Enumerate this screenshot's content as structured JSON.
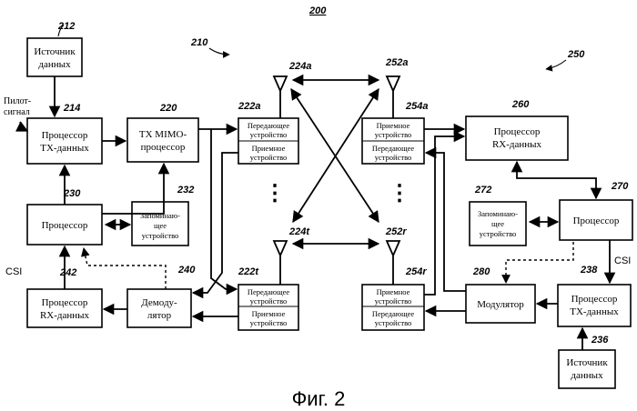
{
  "figure_number": "200",
  "caption": "Фиг. 2",
  "system_refs": {
    "tx_system": "210",
    "rx_system": "250"
  },
  "blocks": {
    "src_left": {
      "ref": "212",
      "lines": [
        "Источник",
        "данных"
      ]
    },
    "tx_proc_left": {
      "ref": "214",
      "lines": [
        "Процессор",
        "TX-данных"
      ]
    },
    "tx_mimo": {
      "ref": "220",
      "lines": [
        "TX MIMO-",
        "процессор"
      ]
    },
    "proc_left": {
      "ref": "230",
      "lines": [
        "Процессор"
      ]
    },
    "mem_left": {
      "ref": "232",
      "lines": [
        "Запоминаю-",
        "щее",
        "устройство"
      ]
    },
    "rx_proc_left": {
      "ref": "242",
      "lines": [
        "Процессор",
        "RX-данных"
      ]
    },
    "demod": {
      "ref": "240",
      "lines": [
        "Демоду-",
        "лятор"
      ]
    },
    "rx_proc_right": {
      "ref": "260",
      "lines": [
        "Процессор",
        "RX-данных"
      ]
    },
    "mem_right": {
      "ref": "272",
      "lines": [
        "Запоминаю-",
        "щее",
        "устройство"
      ]
    },
    "proc_right": {
      "ref": "270",
      "lines": [
        "Процессор"
      ]
    },
    "mod": {
      "ref": "280",
      "lines": [
        "Модулятор"
      ]
    },
    "tx_proc_right": {
      "ref": "238",
      "lines": [
        "Процессор",
        "TX-данных"
      ]
    },
    "src_right": {
      "ref": "236",
      "lines": [
        "Источник",
        "данных"
      ]
    }
  },
  "transceivers": {
    "left_a": {
      "ref": "222a",
      "top": [
        "Передающее",
        "устройство"
      ],
      "bottom": [
        "Приемное",
        "устройство"
      ]
    },
    "left_t": {
      "ref": "222t",
      "top": [
        "Передающее",
        "устройство"
      ],
      "bottom": [
        "Приемное",
        "устройство"
      ]
    },
    "right_a": {
      "ref": "254a",
      "top": [
        "Приемное",
        "устройство"
      ],
      "bottom": [
        "Передающее",
        "устройство"
      ]
    },
    "right_r": {
      "ref": "254r",
      "top": [
        "Приемное",
        "устройство"
      ],
      "bottom": [
        "Передающее",
        "устройство"
      ]
    }
  },
  "antennas": {
    "left_a": "224a",
    "left_t": "224t",
    "right_a": "252a",
    "right_r": "252r"
  },
  "labels": {
    "pilot": [
      "Пилот-",
      "сигнал"
    ],
    "csi_left": "CSI",
    "csi_right": "CSI",
    "dots": "⋮"
  }
}
